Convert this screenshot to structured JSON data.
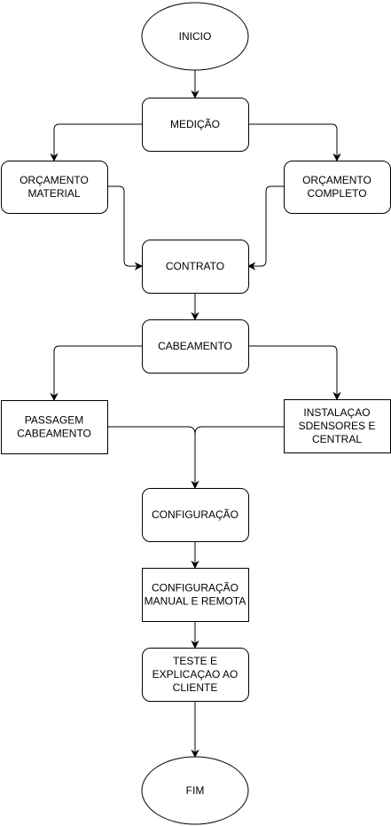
{
  "diagram": {
    "nodes": [
      {
        "id": "inicio",
        "shape": "ellipse",
        "lines": [
          "INICIO"
        ]
      },
      {
        "id": "medicao",
        "shape": "rounded",
        "lines": [
          "MEDIÇÃO"
        ]
      },
      {
        "id": "orcamento-material",
        "shape": "rounded",
        "lines": [
          "ORÇAMENTO",
          "MATERIAL"
        ]
      },
      {
        "id": "orcamento-completo",
        "shape": "rounded",
        "lines": [
          "ORÇAMENTO",
          "COMPLETO"
        ]
      },
      {
        "id": "contrato",
        "shape": "rounded",
        "lines": [
          "CONTRATO"
        ]
      },
      {
        "id": "cabeamento",
        "shape": "rounded",
        "lines": [
          "CABEAMENTO"
        ]
      },
      {
        "id": "passagem-cabeamento",
        "shape": "rect",
        "lines": [
          "PASSAGEM",
          "CABEAMENTO"
        ]
      },
      {
        "id": "instalacao-sensores",
        "shape": "rect",
        "lines": [
          "INSTALAÇAO",
          "SDENSORES E",
          "CENTRAL"
        ]
      },
      {
        "id": "configuracao",
        "shape": "rounded",
        "lines": [
          "CONFIGURAÇÃO"
        ]
      },
      {
        "id": "configuracao-manual-remota",
        "shape": "rect",
        "lines": [
          "CONFIGURAÇÃO",
          "MANUAL E REMOTA"
        ]
      },
      {
        "id": "teste-explicacao",
        "shape": "rounded",
        "lines": [
          "TESTE E",
          "EXPLICAÇAO AO",
          "CLIENTE"
        ]
      },
      {
        "id": "fim",
        "shape": "ellipse",
        "lines": [
          "FIM"
        ]
      }
    ],
    "edges": [
      {
        "from": "inicio",
        "to": "medicao"
      },
      {
        "from": "medicao",
        "to": "orcamento-material"
      },
      {
        "from": "medicao",
        "to": "orcamento-completo"
      },
      {
        "from": "orcamento-material",
        "to": "contrato"
      },
      {
        "from": "orcamento-completo",
        "to": "contrato"
      },
      {
        "from": "contrato",
        "to": "cabeamento"
      },
      {
        "from": "cabeamento",
        "to": "passagem-cabeamento"
      },
      {
        "from": "cabeamento",
        "to": "instalacao-sensores"
      },
      {
        "from": "passagem-cabeamento",
        "to": "configuracao"
      },
      {
        "from": "instalacao-sensores",
        "to": "configuracao"
      },
      {
        "from": "configuracao",
        "to": "configuracao-manual-remota"
      },
      {
        "from": "configuracao-manual-remota",
        "to": "teste-explicacao"
      },
      {
        "from": "teste-explicacao",
        "to": "fim"
      }
    ]
  }
}
